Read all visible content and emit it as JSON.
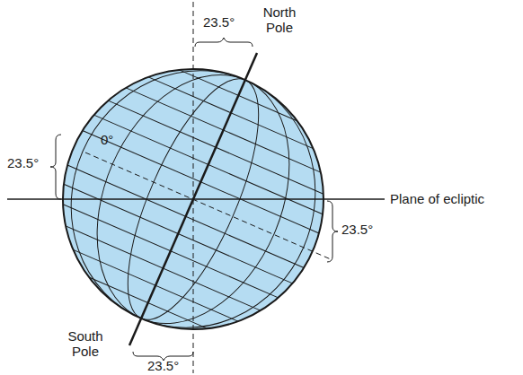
{
  "diagram": {
    "labels": [
      "23.5°",
      "North Pole",
      "23.5°",
      "0°",
      "Plane of ecliptic",
      "23.5°",
      "South Pole",
      "23.5°"
    ]
  }
}
